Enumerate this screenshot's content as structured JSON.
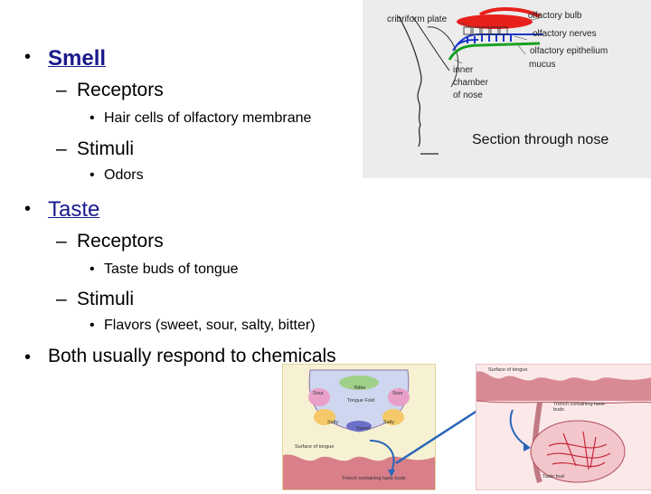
{
  "slide": {
    "smell": {
      "heading": "Smell",
      "receptors_label": "Receptors",
      "receptors_detail": "Hair cells of olfactory membrane",
      "stimuli_label": "Stimuli",
      "stimuli_detail": "Odors"
    },
    "taste": {
      "heading": "Taste",
      "receptors_label": "Receptors",
      "receptors_detail": "Taste buds of tongue",
      "stimuli_label": "Stimuli",
      "stimuli_detail": "Flavors (sweet, sour, salty, bitter)"
    },
    "both": "Both usually respond to chemicals"
  },
  "nose_diagram": {
    "labels": {
      "cribriform_plate": "cribriform plate",
      "olfactory_bulb": "olfactory bulb",
      "olfactory_nerves": "olfactory nerves",
      "olfactory_epithelium": "olfactory epithelium",
      "mucus": "mucus",
      "inner_chamber_1": "inner",
      "inner_chamber_2": "chamber",
      "inner_chamber_3": "of nose"
    },
    "caption": "Section through nose",
    "colors": {
      "bulb": "#e8201c",
      "nerves": "#1a35c8",
      "epithelium": "#18a020",
      "panel": "#ececec"
    }
  },
  "tongue_diagram": {
    "labels": {
      "bitter": "Bitter",
      "sour_left": "Sour",
      "sour_right": "Sour",
      "salty_left": "Salty",
      "salty_right": "Salty",
      "sweet": "Sweet",
      "tongue_fold": "Tongue Fold",
      "surface": "Surface of tongue",
      "bottom": "Trench containing taste buds"
    }
  },
  "taste_bud_diagram": {
    "labels": {
      "surface": "Surface of tongue",
      "trench": "Trench containing taste buds",
      "bud": "Taste bud"
    },
    "arrow_color": "#2a66b8"
  }
}
